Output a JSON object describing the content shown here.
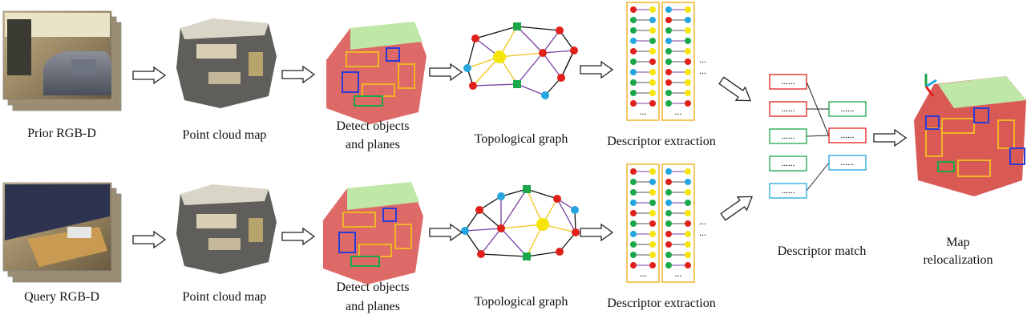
{
  "labels": {
    "prior_rgbd": "Prior RGB-D",
    "query_rgbd": "Query RGB-D",
    "point_cloud_map": "Point cloud map",
    "detect_line1": "Detect objects",
    "detect_line2": "and planes",
    "topological_graph": "Topological graph",
    "descriptor_extraction": "Descriptor extraction",
    "descriptor_match": "Descriptor match",
    "map_reloc_line1": "Map",
    "map_reloc_line2": "relocalization"
  },
  "colors": {
    "node_red": "#e0201b",
    "node_green": "#1aa84a",
    "node_blue": "#23a6e0",
    "node_yellow": "#f5e50a",
    "edge_purple": "#7a3fa5",
    "edge_yellow": "#f0c419",
    "edge_black": "#111111",
    "frame_orange": "#f0b429",
    "match_red": "#e0201b",
    "match_green": "#1aa84a",
    "match_blue": "#23a6e0"
  },
  "descriptor_rows": [
    "red",
    "green",
    "yellow",
    "blue",
    "red",
    "yellow",
    "blue",
    "yellow",
    "green",
    "red"
  ],
  "match_left": [
    "red",
    "red",
    "green",
    "green",
    "blue"
  ],
  "match_right": [
    "green",
    "red",
    "blue"
  ]
}
